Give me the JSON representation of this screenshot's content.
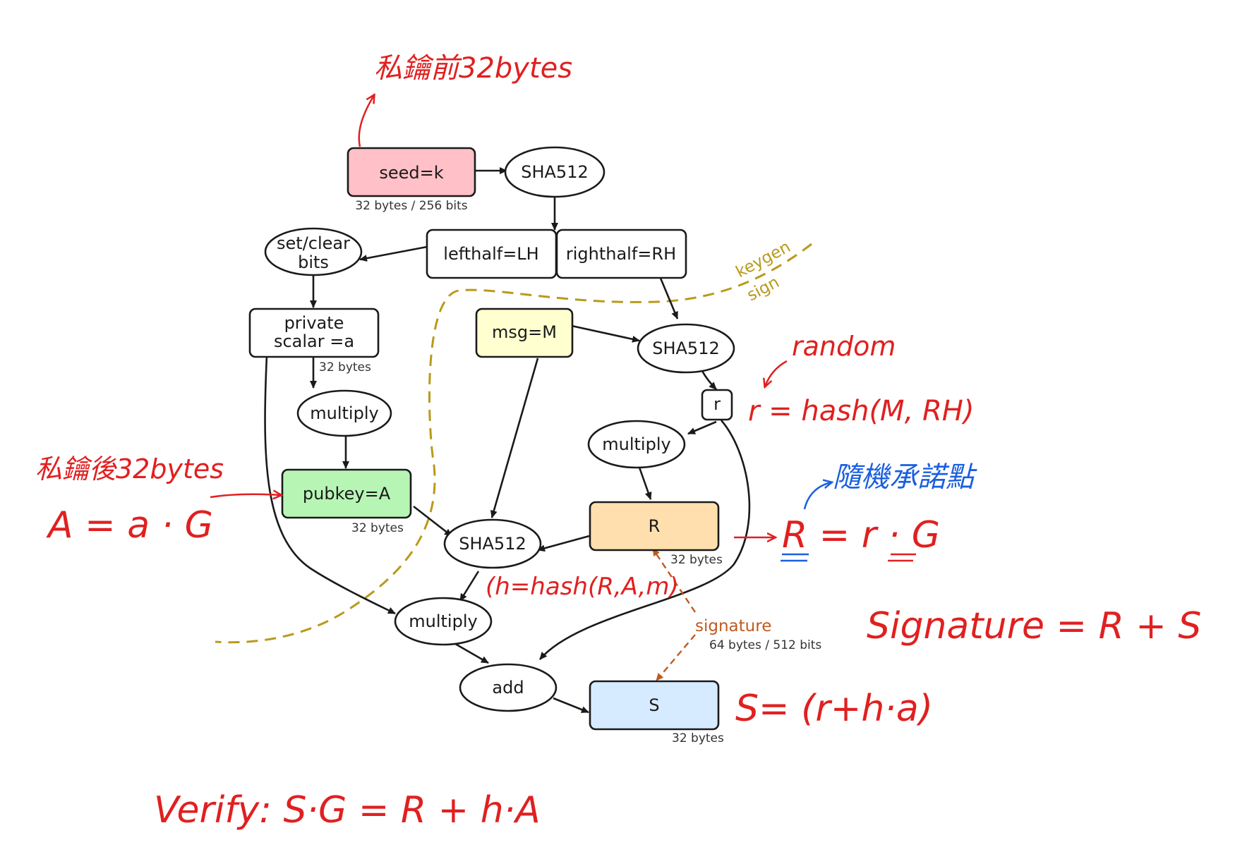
{
  "nodes": {
    "seed": "seed=k",
    "seed_size": "32 bytes / 256 bits",
    "sha512_top": "SHA512",
    "lefthalf": "lefthalf=LH",
    "righthalf": "righthalf=RH",
    "setclear_1": "set/clear",
    "setclear_2": "bits",
    "private_1": "private",
    "private_2": "scalar =a",
    "private_size": "32 bytes",
    "multiply_a": "multiply",
    "pubkey": "pubkey=A",
    "pubkey_size": "32 bytes",
    "msg": "msg=M",
    "sha512_r": "SHA512",
    "r": "r",
    "multiply_r": "multiply",
    "R": "R",
    "R_size": "32 bytes",
    "sha512_h": "SHA512",
    "multiply_h": "multiply",
    "add": "add",
    "S": "S",
    "S_size": "32 bytes",
    "signature": "signature",
    "signature_size": "64 bytes / 512 bits",
    "keygen": "keygen",
    "sign": "sign"
  },
  "annotations": {
    "seed_note": "私鑰前32bytes",
    "pubkey_note": "私鑰後32bytes",
    "pubkey_formula": "A = a · G",
    "random_note": "random",
    "r_formula": "r = hash(M, RH)",
    "R_note": "隨機承諾點",
    "R_formula": "R = r · G",
    "h_formula": "(h=hash(R,A,m)",
    "signature_formula": "Signature = R + S",
    "S_formula": "S= (r+h·a)",
    "verify_formula": "Verify: S·G = R + h·A"
  },
  "colors": {
    "seed_fill": "#ffc0c7",
    "pubkey_fill": "#b7f5b4",
    "msg_fill": "#ffffcf",
    "R_fill": "#ffdfae",
    "S_fill": "#d6ebff",
    "boundary": "#b99a1a",
    "signature": "#bf5a1e",
    "annotation_red": "#e02020",
    "annotation_blue": "#1a5fe0"
  }
}
